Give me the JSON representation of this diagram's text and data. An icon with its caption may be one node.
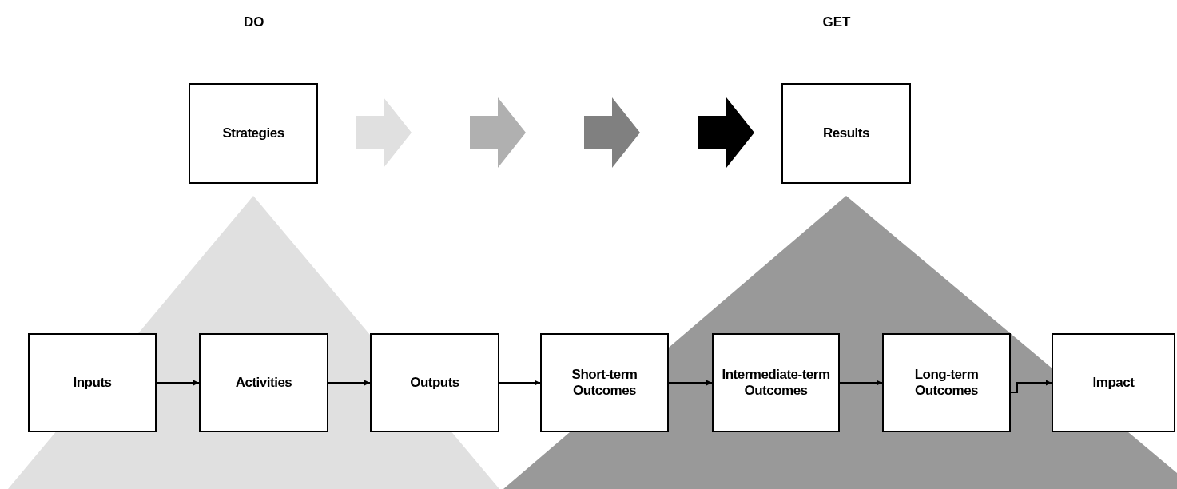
{
  "diagram": {
    "nodes": [
      {
        "text": [
          "Strategies"
        ]
      },
      {
        "text": [
          "Results"
        ]
      },
      {
        "text": [
          "Inputs"
        ]
      },
      {
        "text": [
          "Activities"
        ]
      },
      {
        "text": [
          "Outputs"
        ]
      },
      {
        "text": [
          "Short-term Outcomes"
        ]
      },
      {
        "text": [
          "Intermediate-term Outcomes"
        ]
      },
      {
        "text": [
          "Long-term Outcomes"
        ]
      },
      {
        "text": [
          "Impact"
        ]
      }
    ],
    "edges": [
      {
        "from": 2,
        "to": 3,
        "arrow": "to"
      },
      {
        "from": 3,
        "to": 4,
        "arrow": "to"
      },
      {
        "from": 4,
        "to": 5,
        "arrow": "to"
      },
      {
        "from": 5,
        "to": 6,
        "arrow": "to"
      },
      {
        "from": 6,
        "to": 7,
        "arrow": "to"
      },
      {
        "from": 7,
        "to": 8,
        "arrow": "to"
      }
    ],
    "labels": [
      "DO",
      "GET"
    ]
  }
}
